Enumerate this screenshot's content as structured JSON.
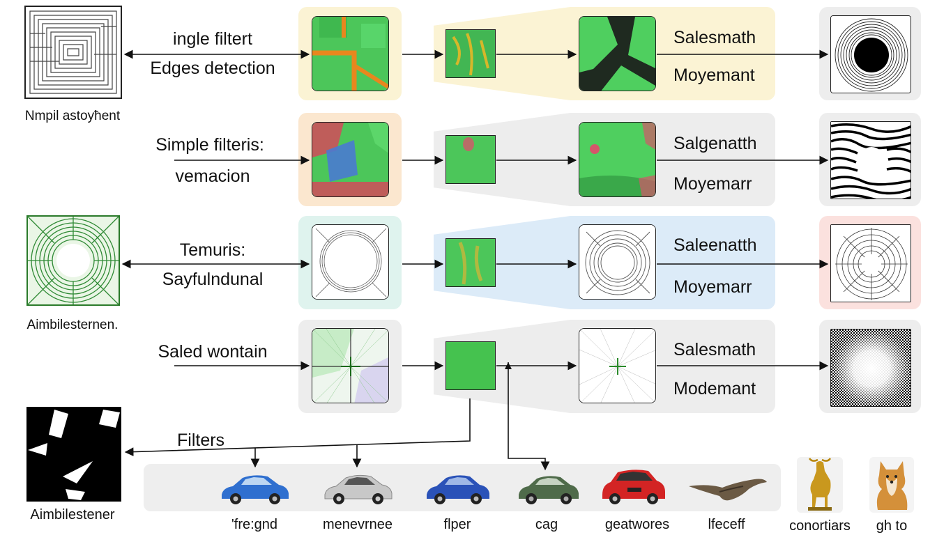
{
  "rows": [
    {
      "left_label_1": "ingle filtert",
      "left_label_2": "Edges detection",
      "right_label_1": "Salesmath",
      "right_label_2": "Moyemant",
      "caption": "Nmpil astoyħent"
    },
    {
      "left_label_1": "Simple filteris:",
      "left_label_2": "vemacion",
      "right_label_1": "Salgenatth",
      "right_label_2": "Moyemarr"
    },
    {
      "left_label_1": "Temuris:",
      "left_label_2": "Sayfulndunal",
      "right_label_1": "Saleenatth",
      "right_label_2": "Moyemarr",
      "caption": "Aimbilesternen."
    },
    {
      "left_label_1": "Saled wontain",
      "right_label_1": "Salesmath",
      "right_label_2": "Modemant"
    }
  ],
  "filters_label": "Filters",
  "bottom_left_caption": "Aimbilestener",
  "strip_items": [
    {
      "caption": "'fre:gnd",
      "icon": "blue-car-icon",
      "color": "#2f6fcf"
    },
    {
      "caption": "menevrnee",
      "icon": "silver-car-icon",
      "color": "#c8c8c8"
    },
    {
      "caption": "flper",
      "icon": "blue-car-icon",
      "color": "#2a52b8"
    },
    {
      "caption": "cag",
      "icon": "green-car-icon",
      "color": "#4f6b4a"
    },
    {
      "caption": "geatwores",
      "icon": "red-car-icon",
      "color": "#d32424"
    },
    {
      "caption": "lfeceff",
      "icon": "bird-icon",
      "color": "#6b5a44"
    }
  ],
  "side_items": [
    {
      "caption": "conortiars",
      "icon": "gazelle-statue-icon"
    },
    {
      "caption": "gh to",
      "icon": "dog-icon"
    }
  ],
  "colors": {
    "panel_yellow": "#fbf3d4",
    "panel_peach": "#fbe7cf",
    "panel_teal": "#dff3ee",
    "panel_blue": "#dcebf8",
    "panel_gray": "#ededed",
    "panel_pink": "#fbe1de",
    "feature_green": "#5ecf5e"
  }
}
